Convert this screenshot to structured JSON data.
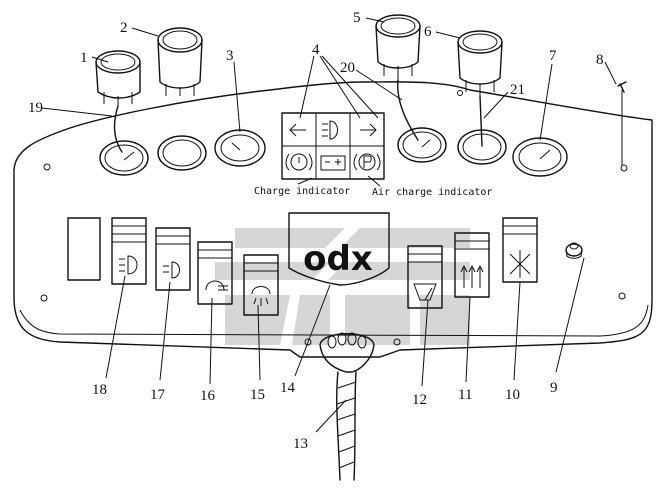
{
  "callouts": {
    "c1": "1",
    "c2": "2",
    "c3": "3",
    "c4": "4",
    "c5": "5",
    "c6": "6",
    "c7": "7",
    "c8": "8",
    "c9": "9",
    "c10": "10",
    "c11": "11",
    "c12": "12",
    "c13": "13",
    "c14": "14",
    "c15": "15",
    "c16": "16",
    "c17": "17",
    "c18": "18",
    "c19": "19",
    "c20": "20",
    "c21": "21"
  },
  "captions": {
    "charge": "Charge indicator",
    "air_charge": "Air charge indicator"
  },
  "indicator_glyphs": {
    "left_arrow": "left-arrow-icon",
    "headlight": "headlight-icon",
    "right_arrow": "right-arrow-icon",
    "brake_warning": "brake-warning-icon",
    "battery": "battery-icon",
    "parking": "parking-icon"
  },
  "logo_text": "odx",
  "colors": {
    "line": "#111111",
    "watermark": "#c8c8c8"
  }
}
